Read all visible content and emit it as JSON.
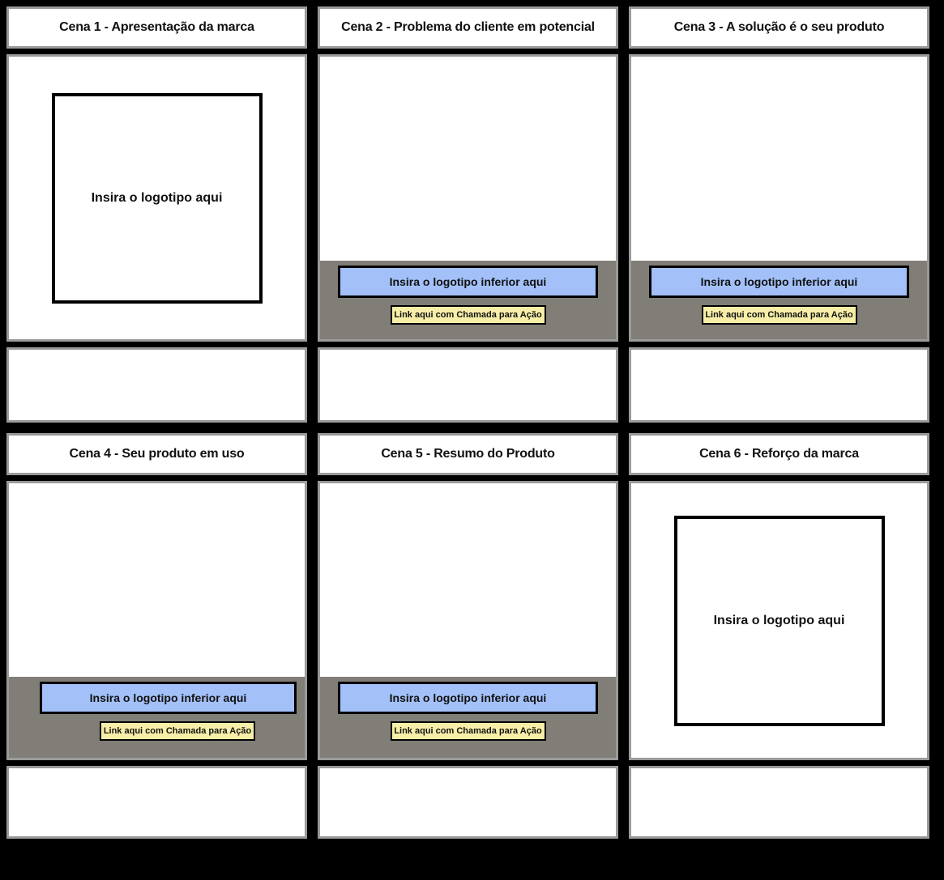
{
  "storyboard": {
    "colors": {
      "background": "#000000",
      "panel_border": "#9a9a9a",
      "panel_fill": "#ffffff",
      "footer_band": "#807e77",
      "lower_logo_fill": "#a3c0f8",
      "cta_fill": "#f7efa8",
      "text": "#111111"
    },
    "labels": {
      "logo_placeholder": "Insira o logotipo aqui",
      "lower_logo_placeholder": "Insira o logotipo inferior aqui",
      "cta_label": "Link aqui com Chamada para Ação"
    },
    "cells": [
      {
        "id": "cena-1",
        "title": "Cena 1 - Apresentação da marca",
        "has_logo_box": true,
        "logo_box_text": "Insira o logotipo aqui",
        "has_footer": false,
        "lower_logo_text": "",
        "cta_label": "",
        "notes": ""
      },
      {
        "id": "cena-2",
        "title": "Cena 2 - Problema do cliente em potencial",
        "has_logo_box": false,
        "logo_box_text": "",
        "has_footer": true,
        "lower_logo_text": "Insira o logotipo inferior aqui",
        "cta_label": "Link aqui com Chamada para Ação",
        "notes": ""
      },
      {
        "id": "cena-3",
        "title": "Cena 3 - A solução é o seu produto",
        "has_logo_box": false,
        "logo_box_text": "",
        "has_footer": true,
        "lower_logo_text": "Insira o logotipo inferior aqui",
        "cta_label": "Link aqui com Chamada para Ação",
        "notes": ""
      },
      {
        "id": "cena-4",
        "title": "Cena 4 - Seu produto em uso",
        "has_logo_box": false,
        "logo_box_text": "",
        "has_footer": true,
        "lower_logo_text": "Insira o logotipo inferior aqui",
        "cta_label": "Link aqui com Chamada para Ação",
        "notes": ""
      },
      {
        "id": "cena-5",
        "title": "Cena 5 - Resumo do Produto",
        "has_logo_box": false,
        "logo_box_text": "",
        "has_footer": true,
        "lower_logo_text": "Insira o logotipo inferior aqui",
        "cta_label": "Link aqui com Chamada para Ação",
        "notes": ""
      },
      {
        "id": "cena-6",
        "title": "Cena 6 - Reforço da marca",
        "has_logo_box": true,
        "logo_box_text": "Insira o logotipo aqui",
        "has_footer": false,
        "lower_logo_text": "",
        "cta_label": "",
        "notes": ""
      }
    ]
  }
}
